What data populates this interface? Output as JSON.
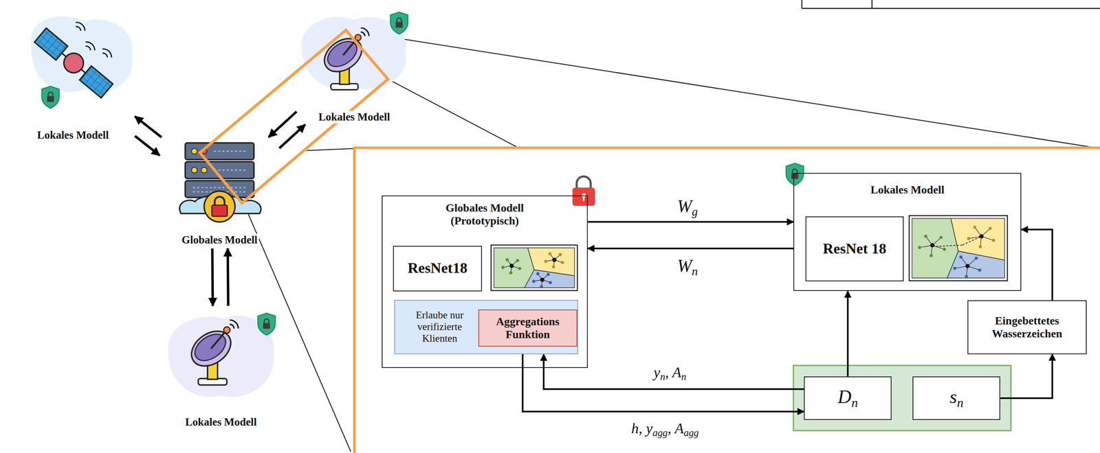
{
  "diagram": {
    "nodes": [
      {
        "text": [
          "Lokales Modell"
        ]
      },
      {
        "text": [
          "Lokales Modell"
        ]
      },
      {
        "text": [
          "Globales Modell"
        ]
      },
      {
        "text": [
          "Lokales Modell"
        ]
      },
      {
        "text": [
          "Globales Modell (Prototypisch)"
        ]
      },
      {
        "text": [
          "ResNet18"
        ],
        "in": 4
      },
      {
        "text": [
          "Erlaube nur verifizierte Klienten"
        ],
        "in": 4
      },
      {
        "text": [
          "Aggregations Funktion"
        ],
        "in": 6
      },
      {
        "text": [
          "Lokales Modell"
        ]
      },
      {
        "text": [
          "ResNet 18"
        ],
        "in": 8
      },
      {
        "text": [
          "Dn"
        ]
      },
      {
        "text": [
          "sn"
        ]
      },
      {
        "text": [
          "Eingebettetes Wasserzeichen"
        ]
      }
    ],
    "edges": [
      {
        "from": 0,
        "to": 2,
        "arrow": "to"
      },
      {
        "from": 2,
        "to": 0,
        "arrow": "to"
      },
      {
        "from": 1,
        "to": 2,
        "arrow": "to"
      },
      {
        "from": 2,
        "to": 1,
        "arrow": "to"
      },
      {
        "from": 2,
        "to": 3,
        "arrow": "to"
      },
      {
        "from": 3,
        "to": 2,
        "arrow": "to"
      },
      {
        "from": 4,
        "to": 8,
        "label": "Wg",
        "arrow": "to"
      },
      {
        "from": 8,
        "to": 4,
        "label": "Wn",
        "arrow": "to"
      },
      {
        "from": 10,
        "to": 6,
        "label": "yn, An",
        "arrow": "to"
      },
      {
        "from": 6,
        "to": 10,
        "label": "h, yagg, Aagg",
        "arrow": "to"
      },
      {
        "from": 10,
        "to": 8,
        "arrow": "to"
      },
      {
        "from": 11,
        "to": 12,
        "arrow": "to"
      },
      {
        "from": 12,
        "to": 8,
        "arrow": "to"
      }
    ]
  }
}
